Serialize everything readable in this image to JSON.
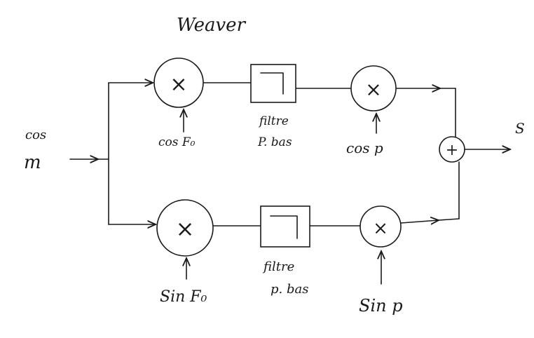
{
  "title": "Weaver",
  "input_label_top": "cos",
  "input_label_bottom": "m",
  "output_label": "S",
  "upper_branch": {
    "mixer_symbol": "×",
    "carrier_label": "cos F₀",
    "filter_label_1": "filtre",
    "filter_label_2": "P. bas",
    "second_mixer_symbol": "×",
    "second_carrier_label": "cos p"
  },
  "lower_branch": {
    "mixer_symbol": "×",
    "carrier_label": "Sin F₀",
    "filter_label_1": "filtre",
    "filter_label_2": "p. bas",
    "second_mixer_symbol": "×",
    "second_carrier_label": "Sin p"
  },
  "adder_symbol": "+"
}
